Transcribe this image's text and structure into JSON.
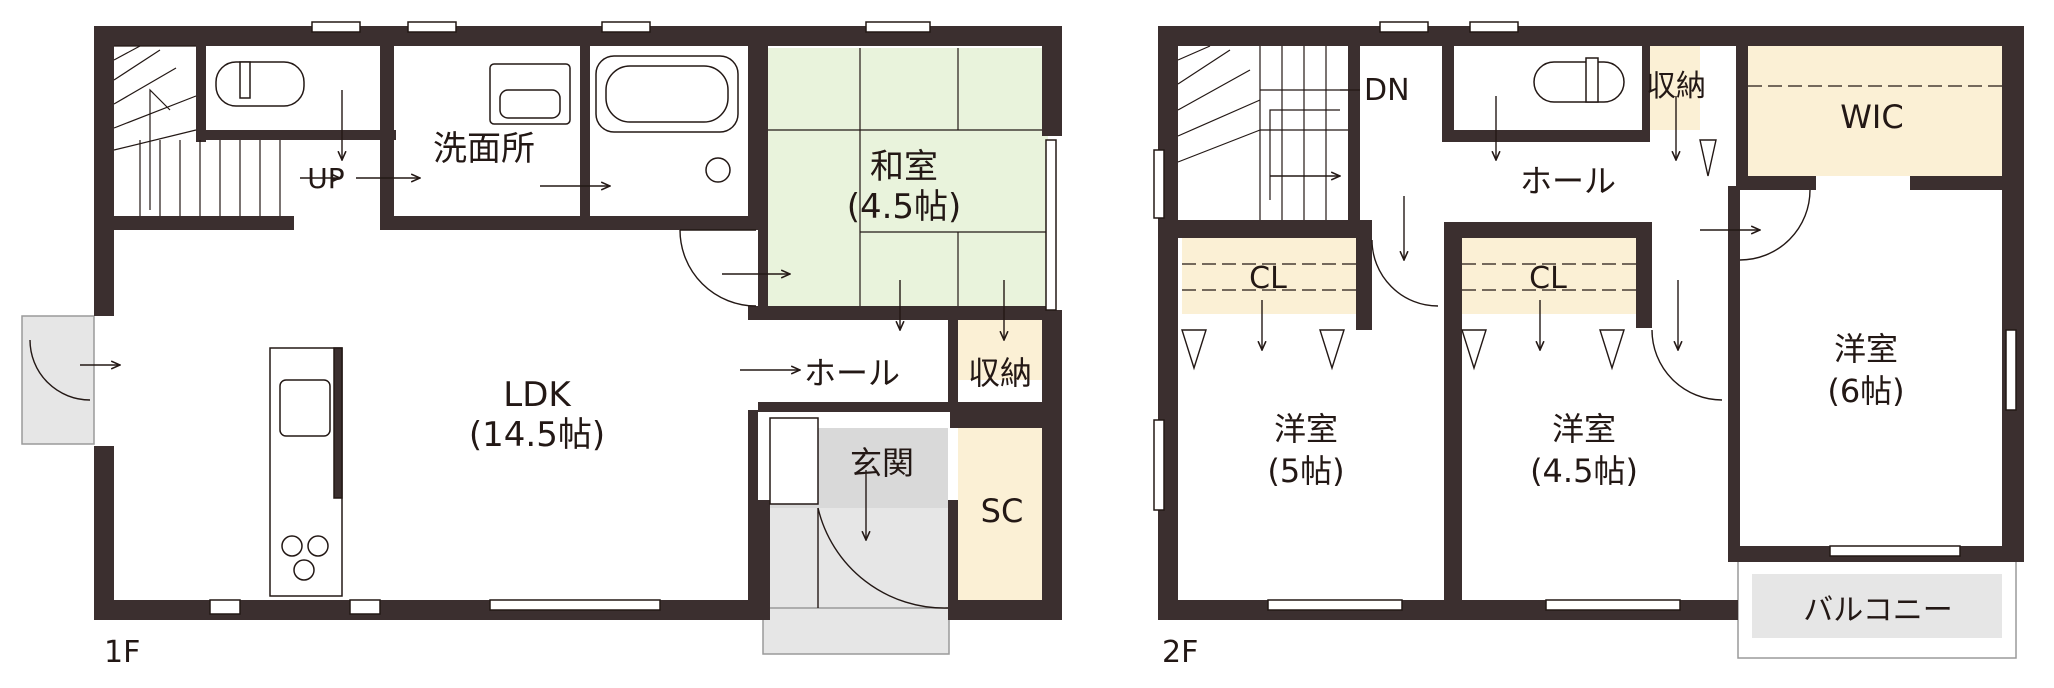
{
  "floor1": {
    "title": "1F",
    "rooms": {
      "ldk_name": "LDK",
      "ldk_size": "(14.5帖)",
      "washroom": "洗面所",
      "washitsu_name": "和室",
      "washitsu_size": "(4.5帖)",
      "hall": "ホール",
      "storage": "収納",
      "genkan": "玄関",
      "sc": "SC",
      "stairs_up": "UP"
    }
  },
  "floor2": {
    "title": "2F",
    "rooms": {
      "stairs_dn": "DN",
      "storage": "収納",
      "wic": "WIC",
      "hall": "ホール",
      "cl_left": "CL",
      "cl_right": "CL",
      "room5_name": "洋室",
      "room5_size": "(5帖)",
      "room45_name": "洋室",
      "room45_size": "(4.5帖)",
      "room6_name": "洋室",
      "room6_size": "(6帖)",
      "balcony": "バルコニー"
    }
  },
  "colors": {
    "wall": "#3b2f2f",
    "washitsu": "#e9f3dc",
    "storage": "#fbf0d5",
    "tile": "#d9d9d9",
    "balcony": "#e6e6e6"
  }
}
